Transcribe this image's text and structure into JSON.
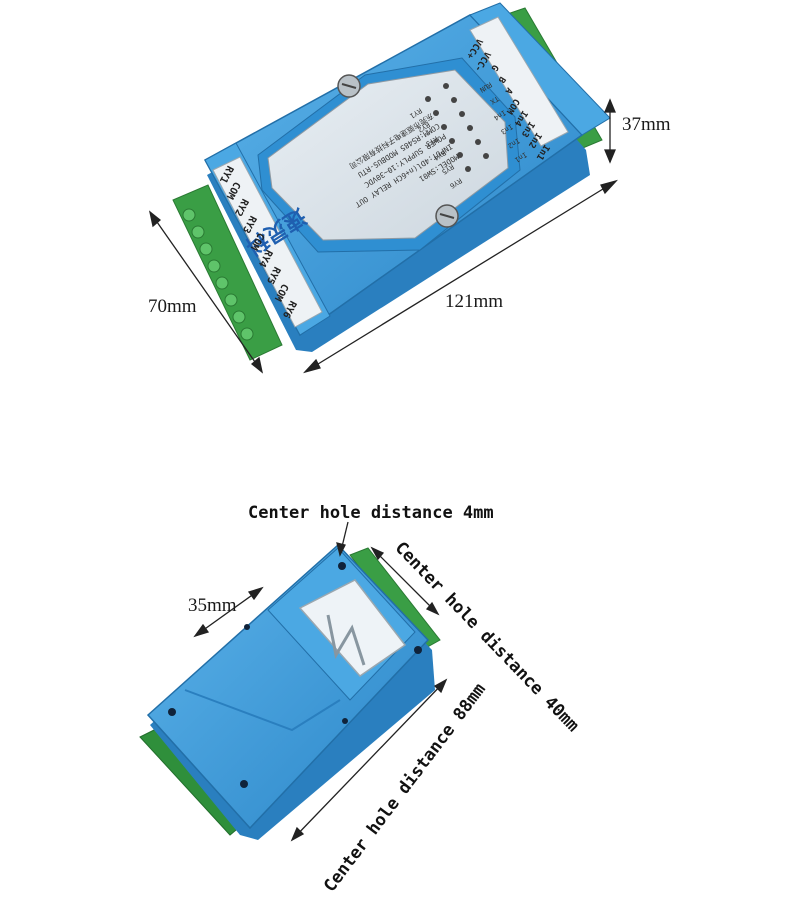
{
  "top_view": {
    "dim_length": "121mm",
    "dim_width": "70mm",
    "dim_height": "37mm",
    "label_brand": "速灵科",
    "label_lines": [
      "MODEL:SW01",
      "INPUT:4Dl(n+6CH RELAY OUT",
      "POWER SUPPLY:10~30VDC",
      "COMM:RS485 MODBUS-RTU",
      "东莞市驱速电子科技有限公司"
    ],
    "left_terminals": [
      "RY6",
      "COM",
      "RY5",
      "RY4",
      "COM",
      "RY3",
      "RY2",
      "COM",
      "RY1"
    ],
    "right_terminals": [
      "VCC+",
      "VCC-",
      "G",
      "B",
      "A",
      "COM",
      "In4",
      "In3",
      "In2",
      "In1"
    ],
    "leds_left": [
      "RY1",
      "RY2",
      "RY3",
      "RY4",
      "RY5",
      "RY6"
    ],
    "leds_right": [
      "RUN",
      "TX",
      "In4",
      "In3",
      "In2",
      "In1"
    ]
  },
  "bottom_view": {
    "dim_width": "35mm",
    "hole_top": "Center hole distance 4mm",
    "hole_right": "Center hole distance 40mm",
    "hole_bottom": "Center hole distance 88mm"
  },
  "colors": {
    "housing": "#3f9fdc",
    "housing_dark": "#2a7fbf",
    "terminal": "#3ea94a",
    "label": "#dfe6ec"
  }
}
